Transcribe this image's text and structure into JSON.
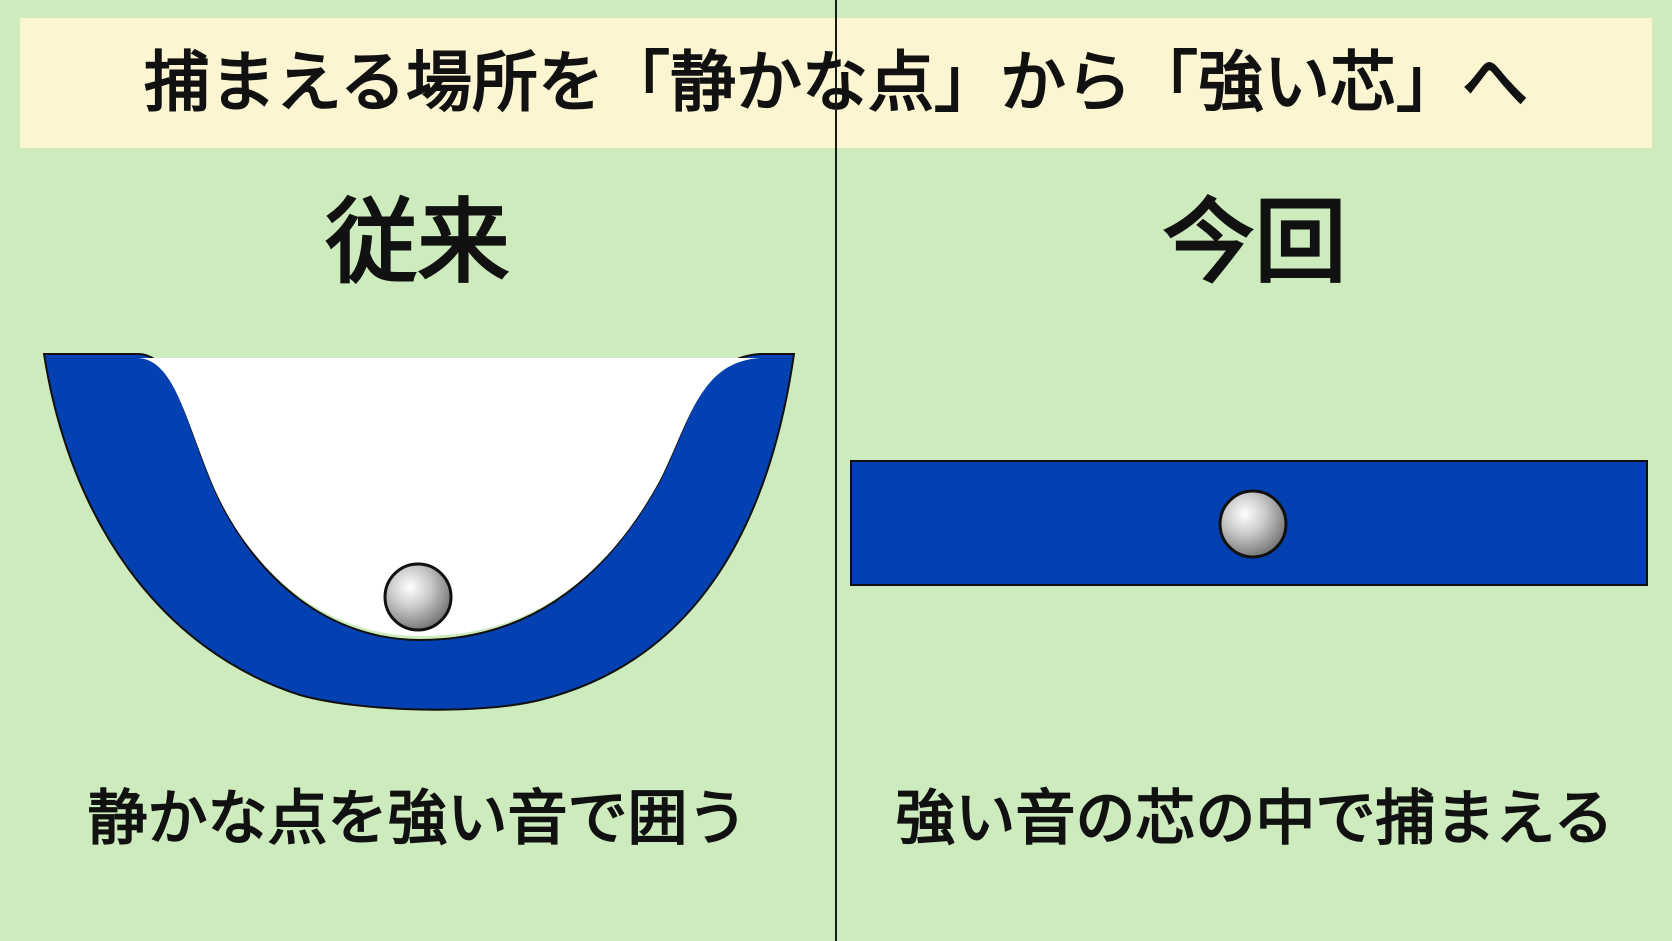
{
  "title": "捕まえる場所を「静かな点」から「強い芯」へ",
  "panels": {
    "left": {
      "heading": "従来",
      "caption": "静かな点を強い音で囲う"
    },
    "right": {
      "heading": "今回",
      "caption": "強い音の芯の中で捕まえる"
    }
  },
  "colors": {
    "background": "#cdebbd",
    "banner": "#fbf5d2",
    "field": "#0340b1",
    "inner": "#ffffff",
    "ball": "#bdbdbd",
    "outline": "#111111"
  }
}
